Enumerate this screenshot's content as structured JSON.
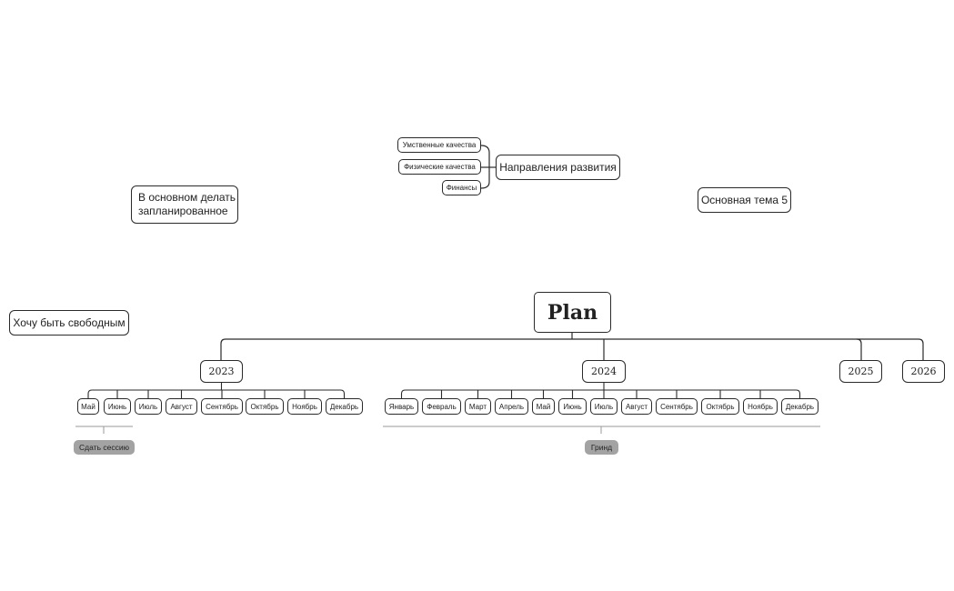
{
  "root": "Plan",
  "years": [
    {
      "label": "2023",
      "months": [
        "Май",
        "Июнь",
        "Июль",
        "Август",
        "Сентябрь",
        "Октябрь",
        "Ноябрь",
        "Декабрь"
      ],
      "summary": "Сдать сессию"
    },
    {
      "label": "2024",
      "months": [
        "Январь",
        "Февраль",
        "Март",
        "Апрель",
        "Май",
        "Июнь",
        "Июль",
        "Август",
        "Сентябрь",
        "Октябрь",
        "Ноябрь",
        "Декабрь"
      ],
      "summary": "Гринд"
    },
    {
      "label": "2025"
    },
    {
      "label": "2026"
    }
  ],
  "directions": {
    "label": "Направления развития",
    "children": [
      "Умственные качества",
      "Физические качества",
      "Финансы"
    ]
  },
  "floating": {
    "mostly": "В основном делать запланированное",
    "free": "Хочу быть свободным",
    "topic5": "Основная тема 5"
  },
  "colors": {
    "line": "#2a2a2a",
    "summary_line": "#9a9a9a",
    "summary_fill": "#a3a3a3"
  }
}
